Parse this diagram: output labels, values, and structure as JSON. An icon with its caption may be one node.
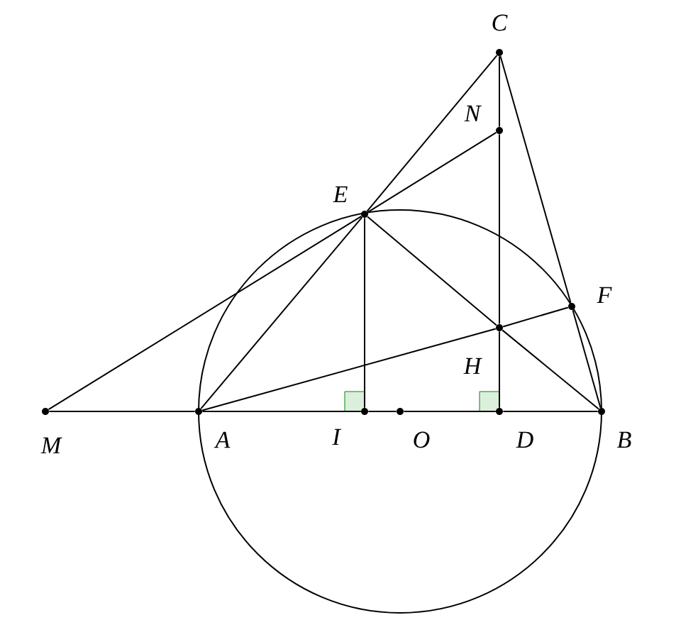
{
  "diagram": {
    "nodes": [
      {
        "text": [
          "M"
        ]
      },
      {
        "text": [
          "A"
        ]
      },
      {
        "text": [
          "I"
        ]
      },
      {
        "text": [
          "O"
        ]
      },
      {
        "text": [
          "D"
        ]
      },
      {
        "text": [
          "B"
        ]
      },
      {
        "text": [
          "C"
        ]
      },
      {
        "text": [
          "N"
        ]
      },
      {
        "text": [
          "E"
        ]
      },
      {
        "text": [
          "F"
        ]
      },
      {
        "text": [
          "H"
        ]
      }
    ],
    "edges": [
      {
        "from": 0,
        "to": 1,
        "arrow": "none"
      },
      {
        "from": 1,
        "to": 2,
        "arrow": "none"
      },
      {
        "from": 2,
        "to": 3,
        "arrow": "none"
      },
      {
        "from": 3,
        "to": 4,
        "arrow": "none"
      },
      {
        "from": 4,
        "to": 5,
        "arrow": "none"
      },
      {
        "from": 1,
        "to": 8,
        "arrow": "none"
      },
      {
        "from": 8,
        "to": 6,
        "arrow": "none"
      },
      {
        "from": 6,
        "to": 7,
        "arrow": "none"
      },
      {
        "from": 7,
        "to": 10,
        "arrow": "none"
      },
      {
        "from": 10,
        "to": 4,
        "arrow": "none"
      },
      {
        "from": 6,
        "to": 9,
        "arrow": "none"
      },
      {
        "from": 9,
        "to": 5,
        "arrow": "none"
      },
      {
        "from": 0,
        "to": 8,
        "arrow": "none"
      },
      {
        "from": 8,
        "to": 7,
        "arrow": "none"
      },
      {
        "from": 8,
        "to": 2,
        "arrow": "none"
      },
      {
        "from": 8,
        "to": 10,
        "arrow": "none"
      },
      {
        "from": 10,
        "to": 5,
        "arrow": "none"
      },
      {
        "from": 1,
        "to": 10,
        "arrow": "none"
      },
      {
        "from": 10,
        "to": 9,
        "arrow": "none"
      }
    ]
  }
}
